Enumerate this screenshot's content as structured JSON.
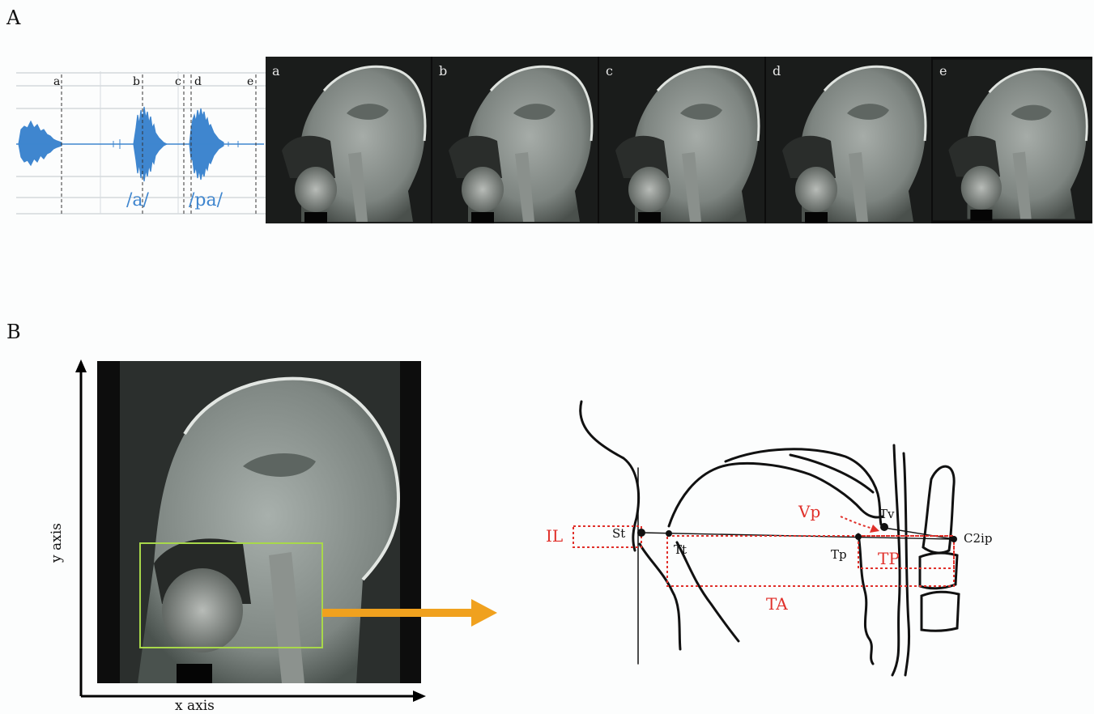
{
  "panel_a": {
    "letter": "A",
    "waveform": {
      "markers": [
        "a",
        "b",
        "c",
        "d",
        "e"
      ],
      "phonemes": [
        "/a/",
        "/pa/"
      ],
      "color": "#3f86cf"
    },
    "frames": [
      "a",
      "b",
      "c",
      "d",
      "e"
    ]
  },
  "panel_b": {
    "letter": "B",
    "x_axis_label": "x axis",
    "y_axis_label": "y axis",
    "roi_color": "#a8d84a",
    "arrow_color": "#f0a11e",
    "diagram": {
      "points": [
        "St",
        "Tt",
        "Tp",
        "Tv",
        "C2ip"
      ],
      "measures": [
        "IL",
        "TA",
        "TP",
        "Vp"
      ],
      "measure_color": "#e0302a"
    }
  }
}
